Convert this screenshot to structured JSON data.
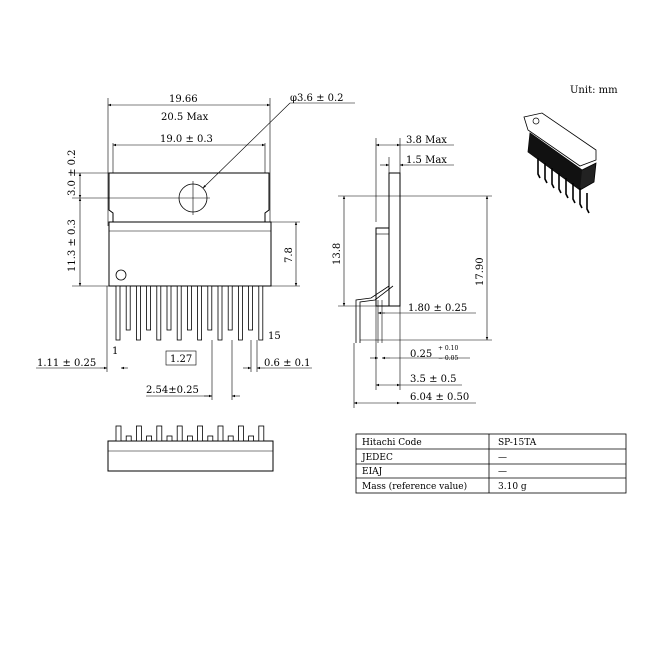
{
  "unit_label": "Unit: mm",
  "front_view": {
    "dim_overall_length": "19.66",
    "dim_max_length": "20.5 Max",
    "dim_tab_length": "19.0 ± 0.3",
    "dim_hole": "φ3.6 ± 0.2",
    "dim_tab_height": "3.0 ± 0.2",
    "dim_body_height": "11.3 ± 0.3",
    "dim_mold_height": "7.8",
    "pin_first": "1",
    "pin_last": "15",
    "dim_pin_pitch_half": "1.27",
    "dim_edge_offset": "1.11 ± 0.25",
    "dim_pin_width": "0.6 ± 0.1",
    "dim_pin_pitch": "2.54±0.25"
  },
  "side_view": {
    "dim_thickness": "3.8 Max",
    "dim_tab_thickness": "1.5 Max",
    "dim_height": "13.8",
    "dim_total_height": "17.90",
    "dim_lead_offset": "1.80 ± 0.25",
    "dim_lead_thickness": "0.25",
    "dim_lead_thickness_tol_plus": "+ 0.10",
    "dim_lead_thickness_tol_minus": "− 0.05",
    "dim_lead_span": "3.5 ± 0.5",
    "dim_total_depth": "6.04 ± 0.50"
  },
  "spec_table": {
    "rows": [
      {
        "label": "Hitachi Code",
        "value": "SP-15TA"
      },
      {
        "label": "JEDEC",
        "value": "—"
      },
      {
        "label": "EIAJ",
        "value": "—"
      },
      {
        "label": "Mass (reference value)",
        "value": "3.10 g"
      }
    ]
  }
}
